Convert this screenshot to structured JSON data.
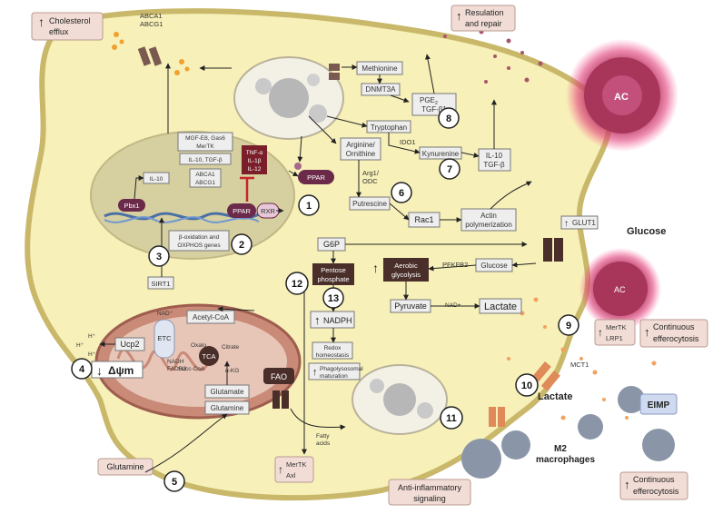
{
  "callouts": {
    "cholesterol_efflux": [
      "Cholesterol",
      "efflux"
    ],
    "resulation_repair": [
      "Resulation",
      "and repair"
    ],
    "continuous_eff_1": [
      "Continuous",
      "efferocytosis"
    ],
    "continuous_eff_2": [
      "Continuous",
      "efferocytosis"
    ],
    "anti_inflammatory": [
      "Anti-inflammatory",
      "signaling"
    ],
    "mertk_lrp1": [
      "MerTK",
      "LRP1"
    ],
    "mertk_axl": [
      "MerTK",
      "Axl"
    ],
    "glutamine": "Glutamine",
    "eimp": "EIMP"
  },
  "labels": {
    "abca1_abcg1_top": [
      "ABCA1",
      "ABCG1"
    ],
    "methionine": "Methionine",
    "dnmt3a": "DNMT3A",
    "pge2": "PGE",
    "pge2_sub": "2",
    "tgfb1": "TGF-β1",
    "tryptophan": "Tryptophan",
    "ido1": "IDO1",
    "kynurenine": "Kynurenine",
    "il10_tgfb": [
      "IL-10",
      "TGF-β"
    ],
    "arg_orn": [
      "Arginine/",
      "Ornithine"
    ],
    "arg1_odc": [
      "Arg1/",
      "ODC"
    ],
    "putrescine": "Putrescine",
    "rac1": "Rac1",
    "actin": [
      "Actin",
      "polymerization"
    ],
    "ppar_cyto": "PPAR",
    "ppar_nuc": "PPAR",
    "rxr": "RXR",
    "pbx1": "Pbx1",
    "il10_nuc": "IL-10",
    "mgf": [
      "MGF-E8, Gas6",
      "MerTK"
    ],
    "il10_tgfb_nuc": "IL-10, TGF-β",
    "abca1_nuc": [
      "ABCA1",
      "ABCG1"
    ],
    "tnf": [
      "TNF-α",
      "IL-1β",
      "IL-12"
    ],
    "boxidation": [
      "β-oxidation and",
      "OXPHOS genes"
    ],
    "sirt1": "SIRT1",
    "g6p": "G6P",
    "pentose": [
      "Pentose",
      "phosphate"
    ],
    "nadph": "NADPH",
    "redox": [
      "Redox",
      "homeostasis"
    ],
    "phago": [
      "Phagolysosomal",
      "maturation"
    ],
    "aerobic": [
      "Aerobic",
      "glycolysis"
    ],
    "pfkfb2": "PFKFB2",
    "glucose_in": "Glucose",
    "glucose_out": "Glucose",
    "glut1": "GLUT1",
    "pyruvate": "Pyruvate",
    "nad_plus": "NAD+",
    "lactate_in": "Lactate",
    "lactate_out": "Lactate",
    "mct1": "MCT1",
    "acetyl_coa": "Acetyl-CoA",
    "etc": "ETC",
    "nad_plus_mito": "NAD⁺",
    "nadh_fadh2": [
      "NADH",
      "FADH2"
    ],
    "tca": "TCA",
    "oxalo": "Oxalo",
    "citrate": "Citrate",
    "succ_coa": "Succ-CoA",
    "akg": "α-KG",
    "glutamate": "Glutamate",
    "glutamine_mito": "Glutamine",
    "ucp2": "Ucp2",
    "hplus": [
      "H⁺",
      "H⁺",
      "H⁺"
    ],
    "dpsi": "Δψm",
    "fao": "FAO",
    "fatty_acids": [
      "Fatty",
      "acids"
    ],
    "ac_big": "AC",
    "ac_small": "AC",
    "m2": [
      "M2",
      "macrophages"
    ]
  },
  "numbers": [
    "1",
    "2",
    "3",
    "4",
    "5",
    "6",
    "7",
    "8",
    "9",
    "10",
    "11",
    "12",
    "13"
  ],
  "colors": {
    "cytoplasm": "#f7f0b8",
    "cell_border": "#c9b86a",
    "nucleus": "#d6cfa0",
    "mito": "#c98a77",
    "dark_box": "#4a2e2a",
    "ppar": "#6b2a4a",
    "pink_box": "#f2ddd6",
    "ac": "#a8365a"
  },
  "icons": {
    "up_arrow": "up-arrow-icon",
    "down_arrow": "down-arrow-icon"
  }
}
